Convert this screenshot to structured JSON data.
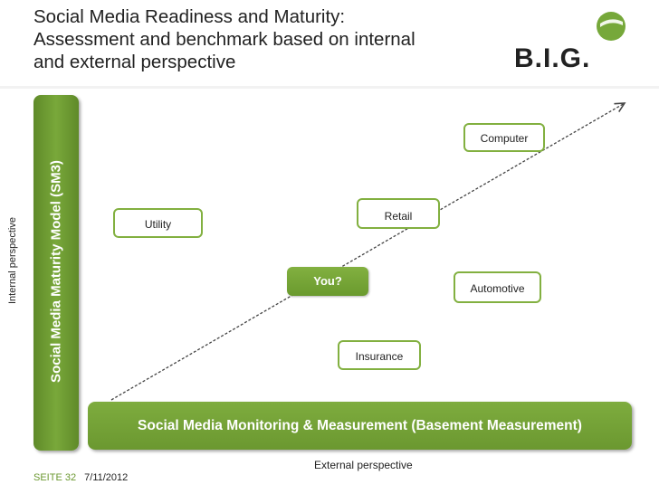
{
  "header": {
    "title_lines": [
      "Social Media Readiness and Maturity:",
      "Assessment and benchmark based on internal",
      "and external perspective"
    ],
    "logo_text": "B.I.G.",
    "brand_color": "#76a83a"
  },
  "diagram": {
    "vertical_bar_label": "Social Media Maturity Model (SM3)",
    "y_axis_label": "Internal perspective",
    "bottom_bar_label": "Social Media Monitoring & Measurement (Basement Measurement)",
    "x_axis_label": "External perspective",
    "nodes": {
      "computer": "Computer",
      "retail": "Retail",
      "utility": "Utility",
      "you": "You?",
      "automotive": "Automotive",
      "insurance": "Insurance"
    }
  },
  "footer": {
    "page_label": "SEITE 32",
    "date": "7/11/2012"
  }
}
